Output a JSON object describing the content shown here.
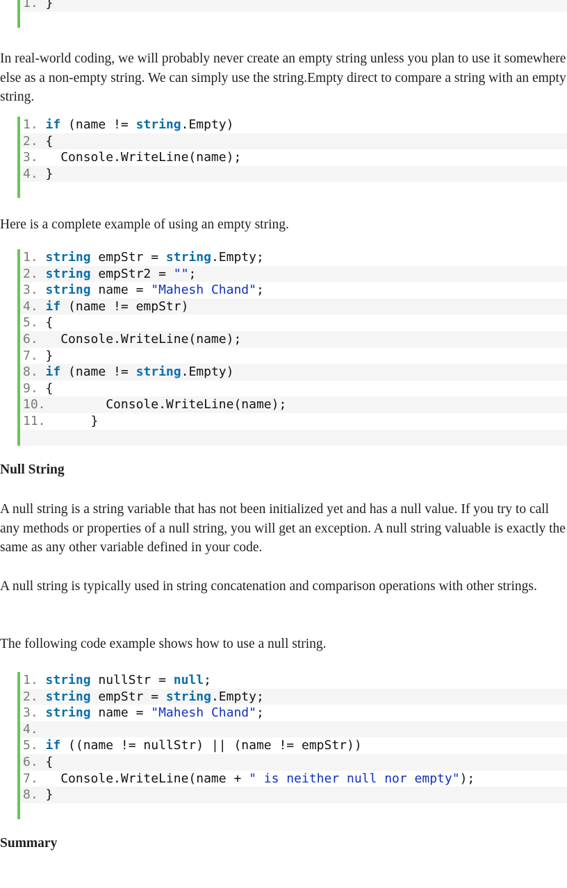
{
  "blocks": {
    "block0": {
      "lines": [
        [
          {
            "t": "ln",
            "v": "1. "
          },
          {
            "t": "p",
            "v": "}"
          }
        ]
      ]
    },
    "block1": {
      "lines": [
        [
          {
            "t": "ln",
            "v": "1. "
          },
          {
            "t": "kw",
            "v": "if"
          },
          {
            "t": "p",
            "v": " (name != "
          },
          {
            "t": "kw",
            "v": "string"
          },
          {
            "t": "p",
            "v": ".Empty)"
          }
        ],
        [
          {
            "t": "ln",
            "v": "2. "
          },
          {
            "t": "p",
            "v": "{"
          }
        ],
        [
          {
            "t": "ln",
            "v": "3. "
          },
          {
            "t": "p",
            "v": "  Console.WriteLine(name);"
          }
        ],
        [
          {
            "t": "ln",
            "v": "4. "
          },
          {
            "t": "p",
            "v": "}"
          }
        ]
      ]
    },
    "block2": {
      "lines": [
        [
          {
            "t": "ln",
            "v": "1. "
          },
          {
            "t": "kw",
            "v": "string"
          },
          {
            "t": "p",
            "v": " empStr = "
          },
          {
            "t": "kw",
            "v": "string"
          },
          {
            "t": "p",
            "v": ".Empty;"
          }
        ],
        [
          {
            "t": "ln",
            "v": "2. "
          },
          {
            "t": "kw",
            "v": "string"
          },
          {
            "t": "p",
            "v": " empStr2 = "
          },
          {
            "t": "str",
            "v": "\"\""
          },
          {
            "t": "p",
            "v": ";"
          }
        ],
        [
          {
            "t": "ln",
            "v": "3. "
          },
          {
            "t": "kw",
            "v": "string"
          },
          {
            "t": "p",
            "v": " name = "
          },
          {
            "t": "str",
            "v": "\"Mahesh Chand\""
          },
          {
            "t": "p",
            "v": ";"
          }
        ],
        [
          {
            "t": "ln",
            "v": "4. "
          },
          {
            "t": "kw",
            "v": "if"
          },
          {
            "t": "p",
            "v": " (name != empStr)"
          }
        ],
        [
          {
            "t": "ln",
            "v": "5. "
          },
          {
            "t": "p",
            "v": "{"
          }
        ],
        [
          {
            "t": "ln",
            "v": "6. "
          },
          {
            "t": "p",
            "v": "  Console.WriteLine(name);"
          }
        ],
        [
          {
            "t": "ln",
            "v": "7. "
          },
          {
            "t": "p",
            "v": "}"
          }
        ],
        [
          {
            "t": "ln",
            "v": "8. "
          },
          {
            "t": "kw",
            "v": "if"
          },
          {
            "t": "p",
            "v": " (name != "
          },
          {
            "t": "kw",
            "v": "string"
          },
          {
            "t": "p",
            "v": ".Empty)"
          }
        ],
        [
          {
            "t": "ln",
            "v": "9. "
          },
          {
            "t": "p",
            "v": "{"
          }
        ],
        [
          {
            "t": "ln",
            "v": "10. "
          },
          {
            "t": "p",
            "v": "       Console.WriteLine(name);"
          }
        ],
        [
          {
            "t": "ln",
            "v": "11. "
          },
          {
            "t": "p",
            "v": "     }"
          }
        ]
      ]
    },
    "block3": {
      "lines": [
        [
          {
            "t": "ln",
            "v": "1. "
          },
          {
            "t": "kw",
            "v": "string"
          },
          {
            "t": "p",
            "v": " nullStr = "
          },
          {
            "t": "kw",
            "v": "null"
          },
          {
            "t": "p",
            "v": ";"
          }
        ],
        [
          {
            "t": "ln",
            "v": "2. "
          },
          {
            "t": "kw",
            "v": "string"
          },
          {
            "t": "p",
            "v": " empStr = "
          },
          {
            "t": "kw",
            "v": "string"
          },
          {
            "t": "p",
            "v": ".Empty;"
          }
        ],
        [
          {
            "t": "ln",
            "v": "3. "
          },
          {
            "t": "kw",
            "v": "string"
          },
          {
            "t": "p",
            "v": " name = "
          },
          {
            "t": "str",
            "v": "\"Mahesh Chand\""
          },
          {
            "t": "p",
            "v": ";"
          }
        ],
        [
          {
            "t": "ln",
            "v": "4. "
          }
        ],
        [
          {
            "t": "ln",
            "v": "5. "
          },
          {
            "t": "kw",
            "v": "if"
          },
          {
            "t": "p",
            "v": " ((name != nullStr) || (name != empStr))"
          }
        ],
        [
          {
            "t": "ln",
            "v": "6. "
          },
          {
            "t": "p",
            "v": "{"
          }
        ],
        [
          {
            "t": "ln",
            "v": "7. "
          },
          {
            "t": "p",
            "v": "  Console.WriteLine(name + "
          },
          {
            "t": "str",
            "v": "\" is neither null nor empty\""
          },
          {
            "t": "p",
            "v": ");"
          }
        ],
        [
          {
            "t": "ln",
            "v": "8. "
          },
          {
            "t": "p",
            "v": "}"
          }
        ]
      ]
    }
  },
  "text": {
    "para_realworld": "In real-world coding, we will probably never create an empty string unless you plan to use it somewhere else as a non-empty string. We can simply use the string.Empty direct to compare a string with an empty string.",
    "para_complete_example": "Here is a complete example of using an empty string.",
    "heading_null_string": "Null String",
    "para_null_def": "A null string is a string variable that has not been initialized yet and has a null value. If you try to call any methods or properties of a null string, you will get an exception. A null string valuable is exactly the same as any other variable defined in your code.",
    "para_null_usage": "A null string is typically used in string concatenation and comparison operations with other strings.",
    "para_null_example": "The following code example shows how to use a null string.",
    "heading_summary": "Summary"
  },
  "colors": {
    "keyword": "#0b6fa8",
    "string_literal": "#1030c0",
    "line_number": "#7a7a7a",
    "code_accent_bar": "#6cc35c",
    "code_stripe": "#f5f5f5"
  }
}
